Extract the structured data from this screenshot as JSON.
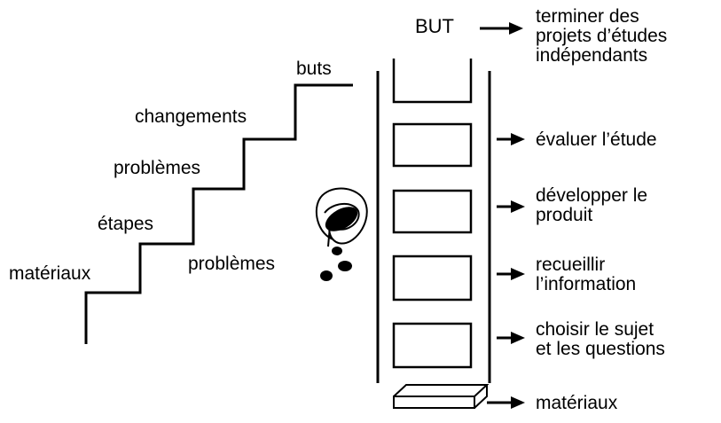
{
  "goal": {
    "label": "BUT",
    "description": "terminer des\nprojets d’études\nindépendants"
  },
  "stairs": {
    "steps": [
      "matériaux",
      "étapes",
      "problèmes",
      "changements",
      "buts"
    ],
    "side_label": "problèmes"
  },
  "ladder": {
    "rungs": [
      {
        "label": "évaluer l’étude"
      },
      {
        "label": "développer le\nproduit"
      },
      {
        "label": "recueillir\nl’information"
      },
      {
        "label": "choisir le sujet\net les questions"
      }
    ],
    "base_label": "matériaux"
  },
  "colors": {
    "ink": "#000000",
    "paper": "#ffffff"
  }
}
